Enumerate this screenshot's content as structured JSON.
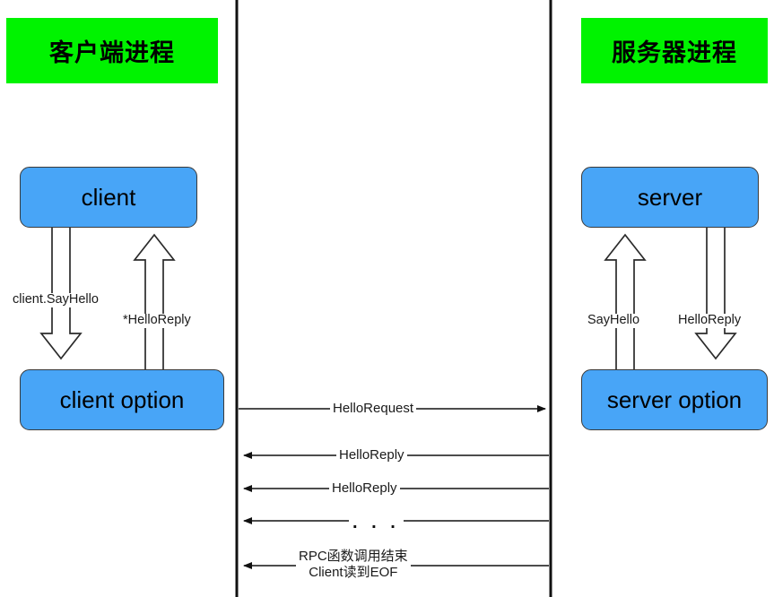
{
  "diagram": {
    "title": "gRPC server streaming call sequence",
    "colors": {
      "process_header_bg": "#00f300",
      "node_bg": "#48a5f7",
      "node_border": "#3a3a3a",
      "line": "#222222",
      "background": "#ffffff"
    },
    "process_headers": [
      {
        "id": "client-process",
        "label": "客户端进程"
      },
      {
        "id": "server-process",
        "label": "服务器进程"
      }
    ],
    "nodes": [
      {
        "id": "client",
        "label": "client"
      },
      {
        "id": "client-option",
        "label": "client option"
      },
      {
        "id": "server",
        "label": "server"
      },
      {
        "id": "server-option",
        "label": "server option"
      }
    ],
    "block_arrows": [
      {
        "id": "client-sayhello",
        "label": "client.SayHello",
        "direction": "down",
        "from": "client",
        "to": "client option"
      },
      {
        "id": "client-helloreply",
        "label": "*HelloReply",
        "direction": "up",
        "from": "client option",
        "to": "client"
      },
      {
        "id": "server-sayhello",
        "label": "SayHello",
        "direction": "up",
        "from": "server option",
        "to": "server"
      },
      {
        "id": "server-helloreply",
        "label": "HelloReply",
        "direction": "down",
        "from": "server",
        "to": "server option"
      }
    ],
    "messages": [
      {
        "id": "msg-hellorequest",
        "label": "HelloRequest",
        "direction": "right",
        "lines": [
          "HelloRequest"
        ]
      },
      {
        "id": "msg-helloreply-1",
        "label": "HelloReply",
        "direction": "left",
        "lines": [
          "HelloReply"
        ]
      },
      {
        "id": "msg-helloreply-2",
        "label": "HelloReply",
        "direction": "left",
        "lines": [
          "HelloReply"
        ]
      },
      {
        "id": "msg-ellipsis",
        "label": ". . .",
        "direction": "left",
        "lines": [
          ". . ."
        ]
      },
      {
        "id": "msg-eof",
        "label": "RPC函数调用结束 Client读到EOF",
        "direction": "left",
        "lines": [
          "RPC函数调用结束",
          "Client读到EOF"
        ]
      }
    ]
  }
}
